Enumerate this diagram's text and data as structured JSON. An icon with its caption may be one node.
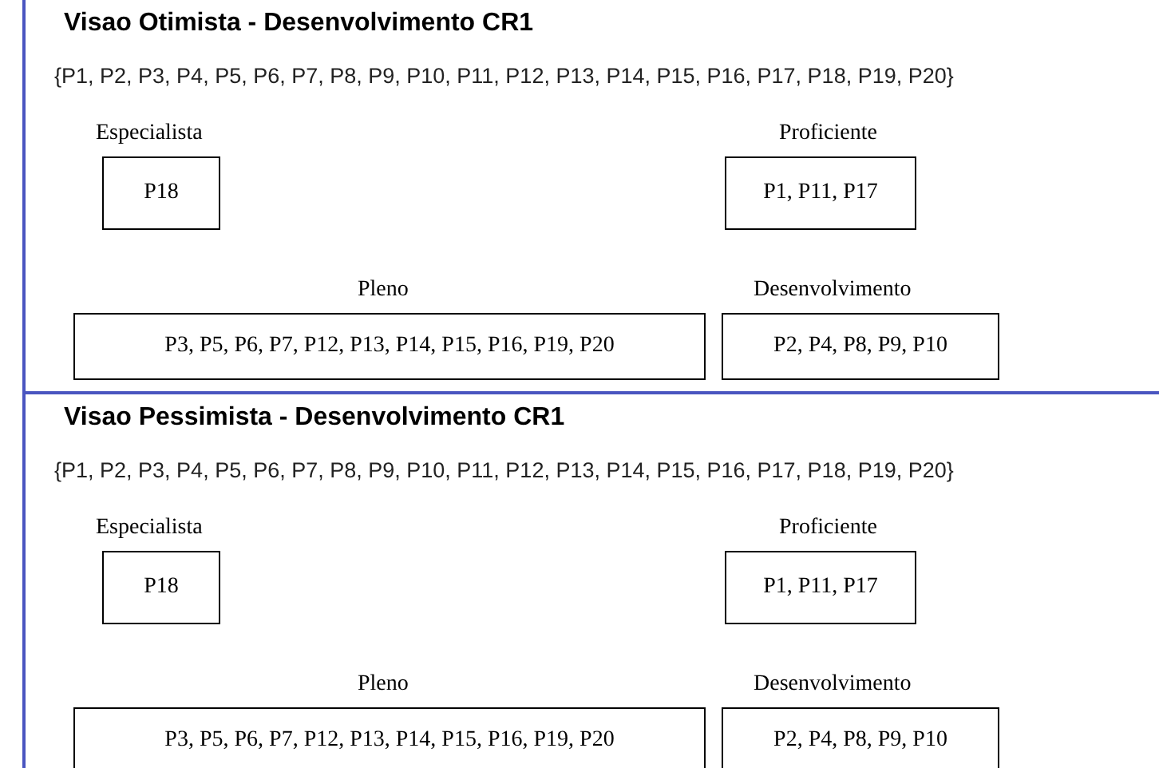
{
  "diagram": {
    "nodes": [
      {
        "text": [
          "Visao Otimista - Desenvolvimento CR1",
          "{P1, P2, P3, P4, P5, P6, P7, P8, P9, P10, P11, P12, P13, P14, P15, P16, P17, P18, P19, P20}"
        ]
      },
      {
        "text": [
          "Especialista",
          "P18"
        ],
        "in": 0
      },
      {
        "text": [
          "Proficiente",
          "P1, P11, P17"
        ],
        "in": 0
      },
      {
        "text": [
          "Pleno",
          "P3, P5, P6, P7, P12, P13, P14, P15, P16, P19, P20"
        ],
        "in": 0
      },
      {
        "text": [
          "Desenvolvimento",
          "P2, P4, P8, P9, P10"
        ],
        "in": 0
      },
      {
        "text": [
          "Visao Pessimista - Desenvolvimento CR1",
          "{P1, P2, P3, P4, P5, P6, P7, P8, P9, P10, P11, P12, P13, P14, P15, P16, P17, P18, P19, P20}"
        ]
      },
      {
        "text": [
          "Especialista",
          "P18"
        ],
        "in": 5
      },
      {
        "text": [
          "Proficiente",
          "P1, P11, P17"
        ],
        "in": 5
      },
      {
        "text": [
          "Pleno",
          "P3, P5, P6, P7, P12, P13, P14, P15, P16, P19, P20"
        ],
        "in": 5
      },
      {
        "text": [
          "Desenvolvimento",
          "P2, P4, P8, P9, P10"
        ],
        "in": 5
      }
    ]
  }
}
